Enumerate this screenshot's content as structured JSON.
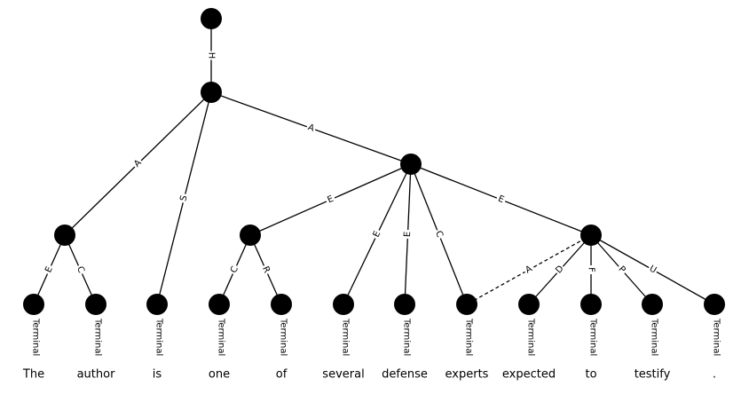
{
  "nodes": [
    {
      "id": "root",
      "kind": "internal"
    },
    {
      "id": "n1",
      "kind": "internal"
    },
    {
      "id": "n_the_author",
      "kind": "internal"
    },
    {
      "id": "n_big",
      "kind": "internal"
    },
    {
      "id": "n_one_of",
      "kind": "internal"
    },
    {
      "id": "n_expected",
      "kind": "internal"
    },
    {
      "id": "t0",
      "kind": "terminal",
      "type_label": "Terminal",
      "word": "The"
    },
    {
      "id": "t1",
      "kind": "terminal",
      "type_label": "Terminal",
      "word": "author"
    },
    {
      "id": "t2",
      "kind": "terminal",
      "type_label": "Terminal",
      "word": "is"
    },
    {
      "id": "t3",
      "kind": "terminal",
      "type_label": "Terminal",
      "word": "one"
    },
    {
      "id": "t4",
      "kind": "terminal",
      "type_label": "Terminal",
      "word": "of"
    },
    {
      "id": "t5",
      "kind": "terminal",
      "type_label": "Terminal",
      "word": "several"
    },
    {
      "id": "t6",
      "kind": "terminal",
      "type_label": "Terminal",
      "word": "defense"
    },
    {
      "id": "t7",
      "kind": "terminal",
      "type_label": "Terminal",
      "word": "experts"
    },
    {
      "id": "t8",
      "kind": "terminal",
      "type_label": "Terminal",
      "word": "expected"
    },
    {
      "id": "t9",
      "kind": "terminal",
      "type_label": "Terminal",
      "word": "to"
    },
    {
      "id": "t10",
      "kind": "terminal",
      "type_label": "Terminal",
      "word": "testify"
    },
    {
      "id": "t11",
      "kind": "terminal",
      "type_label": "Terminal",
      "word": "."
    }
  ],
  "edges": [
    {
      "from": "root",
      "to": "n1",
      "label": "H"
    },
    {
      "from": "n1",
      "to": "n_the_author",
      "label": "A"
    },
    {
      "from": "n1",
      "to": "t2",
      "label": "S"
    },
    {
      "from": "n1",
      "to": "n_big",
      "label": "A"
    },
    {
      "from": "n_the_author",
      "to": "t0",
      "label": "E"
    },
    {
      "from": "n_the_author",
      "to": "t1",
      "label": "C"
    },
    {
      "from": "n_big",
      "to": "n_one_of",
      "label": "E"
    },
    {
      "from": "n_big",
      "to": "t5",
      "label": "E"
    },
    {
      "from": "n_big",
      "to": "t6",
      "label": "E"
    },
    {
      "from": "n_big",
      "to": "t7",
      "label": "C"
    },
    {
      "from": "n_big",
      "to": "n_expected",
      "label": "E"
    },
    {
      "from": "n_one_of",
      "to": "t3",
      "label": "C"
    },
    {
      "from": "n_one_of",
      "to": "t4",
      "label": "R"
    },
    {
      "from": "n_expected",
      "to": "t7",
      "label": "A",
      "style": "dashed"
    },
    {
      "from": "n_expected",
      "to": "t8",
      "label": "D"
    },
    {
      "from": "n_expected",
      "to": "t9",
      "label": "F"
    },
    {
      "from": "n_expected",
      "to": "t10",
      "label": "P"
    },
    {
      "from": "n_expected",
      "to": "t11",
      "label": "U"
    }
  ]
}
